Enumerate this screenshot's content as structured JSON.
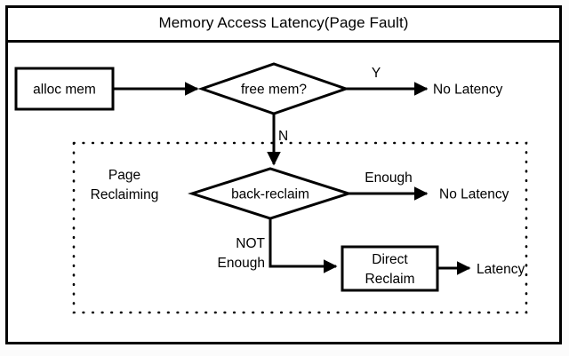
{
  "frame": {
    "title": "Memory Access Latency(Page Fault)",
    "background_color": "#ffffff",
    "border_color": "#000000",
    "page_background": "#f7f7f7"
  },
  "colors": {
    "stroke": "#000000",
    "fill": "#ffffff",
    "latency_red": "#ff5544",
    "text": "#000000"
  },
  "nodes": {
    "alloc_mem": {
      "label": "alloc mem",
      "shape": "rect"
    },
    "free_mem": {
      "label": "free mem?",
      "shape": "diamond"
    },
    "no_latency_top": {
      "label": "No Latency",
      "shape": "text"
    },
    "back_reclaim": {
      "label": "back-reclaim",
      "shape": "diamond"
    },
    "no_latency_mid": {
      "label": "No Latency",
      "shape": "text"
    },
    "direct_reclaim": {
      "label": "Direct Reclaim",
      "line1": "Direct",
      "line2": "Reclaim",
      "shape": "rect"
    },
    "latency": {
      "label": "Latency",
      "shape": "text",
      "color": "#ff5544"
    }
  },
  "edges": {
    "alloc_to_free": {
      "label": ""
    },
    "free_yes": {
      "label": "Y"
    },
    "free_no": {
      "label": "N"
    },
    "reclaim_enough": {
      "label": "Enough"
    },
    "reclaim_not_enough": {
      "label": "NOT Enough",
      "line1": "NOT",
      "line2": "Enough"
    },
    "direct_to_latency": {
      "label": ""
    }
  },
  "group": {
    "label": "Page Reclaiming",
    "line1": "Page",
    "line2": "Reclaiming",
    "border_style": "dotted"
  }
}
